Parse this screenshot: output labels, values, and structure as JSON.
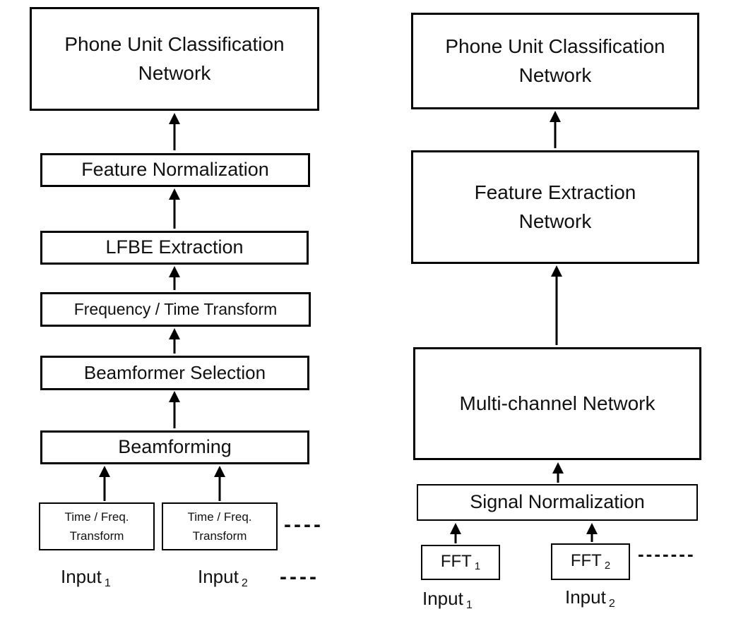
{
  "left_pipeline": {
    "phone_unit_box": "Phone Unit Classification Network",
    "feature_normalization_box": "Feature Normalization",
    "lfbe_extraction_box": "LFBE Extraction",
    "frequency_time_transform_box": "Frequency / Time Transform",
    "beamformer_selection_box": "Beamformer Selection",
    "beamforming_box": "Beamforming",
    "time_freq_transform_box_1": "Time / Freq. Transform",
    "time_freq_transform_box_2": "Time / Freq. Transform",
    "input_1": {
      "text": "Input",
      "sub": "1"
    },
    "input_2": {
      "text": "Input",
      "sub": "2"
    },
    "dashes_after_transform_boxes": "----",
    "dashes_after_input_2": "----"
  },
  "right_pipeline": {
    "phone_unit_box": "Phone Unit Classification Network",
    "feature_extraction_box": "Feature Extraction Network",
    "multi_channel_box": "Multi-channel Network",
    "signal_normalization_box": "Signal Normalization",
    "fft_1": {
      "text": "FFT",
      "sub": "1"
    },
    "fft_2": {
      "text": "FFT",
      "sub": "2"
    },
    "input_1": {
      "text": "Input",
      "sub": "1"
    },
    "input_2": {
      "text": "Input",
      "sub": "2"
    },
    "dashes_after_fft_2": "-------"
  },
  "colors": {
    "background": "#ffffff",
    "box_border": "#000000",
    "text": "#111111"
  }
}
